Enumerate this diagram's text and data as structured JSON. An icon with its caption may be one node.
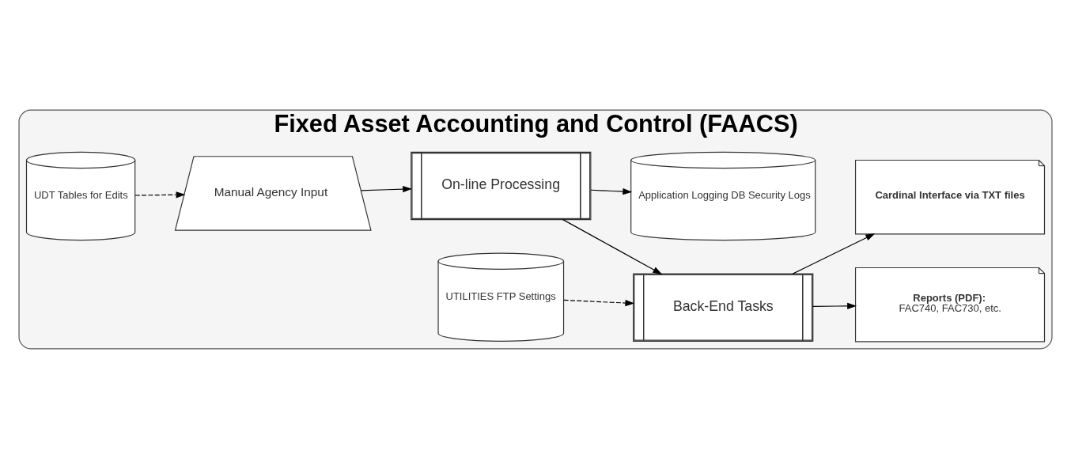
{
  "diagram": {
    "nodes": [
      {
        "text": [
          "Fixed Asset Accounting and Control (FAACS)"
        ]
      },
      {
        "text": [
          "UDT Tables for Edits"
        ],
        "in": 0
      },
      {
        "text": [
          "Manual Agency Input"
        ],
        "in": 0
      },
      {
        "text": [
          "On-line Processing"
        ],
        "in": 0
      },
      {
        "text": [
          "Application Logging DB Security Logs"
        ],
        "in": 0
      },
      {
        "text": [
          "Back-End Tasks"
        ],
        "in": 0
      },
      {
        "text": [
          "UTILITIES FTP Settings"
        ],
        "in": 0
      },
      {
        "text": [
          "Reports (PDF):",
          "FAC740, FAC730, etc."
        ],
        "in": 0
      },
      {
        "text": [
          "Cardinal Interface via TXT files"
        ],
        "in": 0
      }
    ],
    "edges": [
      {
        "from": 1,
        "to": 2,
        "arrow": "to",
        "style": "dashed"
      },
      {
        "from": 2,
        "to": 3,
        "arrow": "to"
      },
      {
        "from": 3,
        "to": 4,
        "arrow": "to"
      },
      {
        "from": 3,
        "to": 5,
        "arrow": "to"
      },
      {
        "from": 6,
        "to": 5,
        "arrow": "to",
        "style": "dashed"
      },
      {
        "from": 5,
        "to": 7,
        "arrow": "to"
      },
      {
        "from": 5,
        "to": 8,
        "arrow": "to"
      }
    ]
  }
}
